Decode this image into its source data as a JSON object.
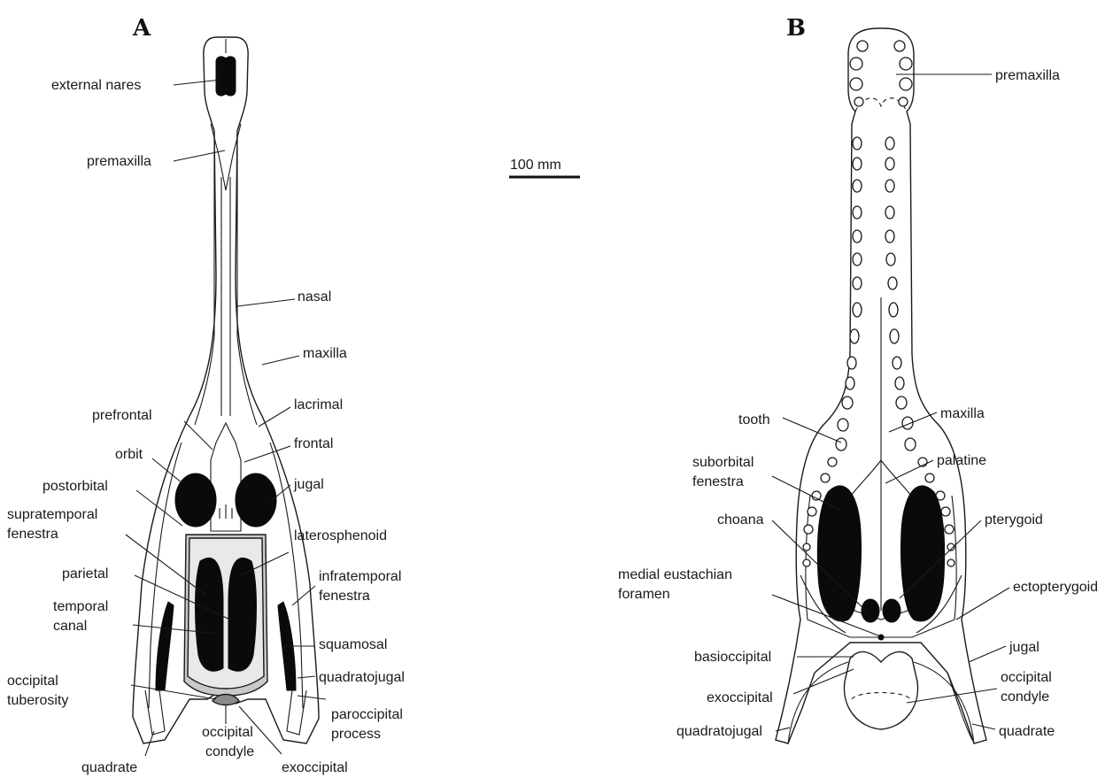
{
  "panels": {
    "a": {
      "letter": "A",
      "labels": {
        "external_nares": "external nares",
        "premaxilla": "premaxilla",
        "nasal": "nasal",
        "maxilla": "maxilla",
        "prefrontal": "prefrontal",
        "lacrimal": "lacrimal",
        "orbit": "orbit",
        "frontal": "frontal",
        "postorbital": "postorbital",
        "jugal": "jugal",
        "supratemporal_1": "supratemporal",
        "supratemporal_2": "fenestra",
        "laterosphenoid": "laterosphenoid",
        "parietal": "parietal",
        "infratemporal_1": "infratemporal",
        "infratemporal_2": "fenestra",
        "temporal_canal_1": "temporal",
        "temporal_canal_2": "canal",
        "squamosal": "squamosal",
        "occipital_tuberosity_1": "occipital",
        "occipital_tuberosity_2": "tuberosity",
        "quadratojugal": "quadratojugal",
        "paroccipital_1": "paroccipital",
        "paroccipital_2": "process",
        "occipital_condyle_1": "occipital",
        "occipital_condyle_2": "condyle",
        "quadrate": "quadrate",
        "exoccipital": "exoccipital"
      }
    },
    "b": {
      "letter": "B",
      "labels": {
        "premaxilla": "premaxilla",
        "tooth": "tooth",
        "maxilla": "maxilla",
        "suborbital_1": "suborbital",
        "suborbital_2": "fenestra",
        "palatine": "palatine",
        "choana": "choana",
        "pterygoid": "pterygoid",
        "medial_eustachian_1": "medial eustachian",
        "medial_eustachian_2": "foramen",
        "ectopterygoid": "ectopterygoid",
        "jugal": "jugal",
        "basioccipital": "basioccipital",
        "occipital_condyle_1": "occipital",
        "occipital_condyle_2": "condyle",
        "exoccipital": "exoccipital",
        "quadratojugal": "quadratojugal",
        "quadrate": "quadrate"
      }
    }
  },
  "scale_bar": {
    "label": "100 mm"
  }
}
